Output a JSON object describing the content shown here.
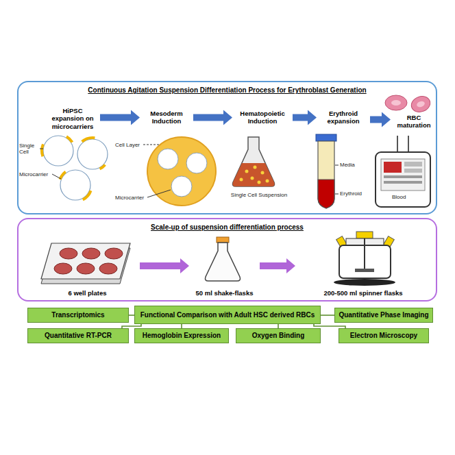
{
  "diagram": {
    "nodes": [
      {
        "text": [
          "Continuous Agitation Suspension Differentiation Process for Erythroblast Generation"
        ]
      },
      {
        "text": [
          "HiPSC expansion on microcarriers"
        ],
        "in": 0
      },
      {
        "text": [
          "Mesoderm Induction"
        ],
        "in": 0
      },
      {
        "text": [
          "Hematopoietic Induction"
        ],
        "in": 0
      },
      {
        "text": [
          "Erythroid expansion"
        ],
        "in": 0
      },
      {
        "text": [
          "RBC maturation"
        ],
        "in": 0
      },
      {
        "text": [
          "Scale-up of suspension differentiation process"
        ]
      },
      {
        "text": [
          "6 well plates"
        ],
        "in": 6
      },
      {
        "text": [
          "50 ml shake-flasks"
        ],
        "in": 6
      },
      {
        "text": [
          "200-500 ml spinner flasks"
        ],
        "in": 6
      },
      {
        "text": [
          "Transcriptomics"
        ]
      },
      {
        "text": [
          "Functional Comparison with Adult HSC derived RBCs"
        ]
      },
      {
        "text": [
          "Quantitative Phase Imaging"
        ]
      },
      {
        "text": [
          "Quantitative RT-PCR"
        ]
      },
      {
        "text": [
          "Hemoglobin Expression"
        ]
      },
      {
        "text": [
          "Oxygen Binding"
        ]
      },
      {
        "text": [
          "Electron Microscopy"
        ]
      }
    ],
    "edges": [
      {
        "from": 1,
        "to": 2,
        "arrow": "to"
      },
      {
        "from": 2,
        "to": 3,
        "arrow": "to"
      },
      {
        "from": 3,
        "to": 4,
        "arrow": "to"
      },
      {
        "from": 4,
        "to": 5,
        "arrow": "to"
      },
      {
        "from": 7,
        "to": 8,
        "arrow": "to"
      },
      {
        "from": 8,
        "to": 9,
        "arrow": "to"
      },
      {
        "from": 11,
        "to": 10,
        "arrow": "none"
      },
      {
        "from": 11,
        "to": 12,
        "arrow": "none"
      },
      {
        "from": 11,
        "to": 13,
        "arrow": "none"
      },
      {
        "from": 11,
        "to": 14,
        "arrow": "none"
      },
      {
        "from": 11,
        "to": 15,
        "arrow": "none"
      },
      {
        "from": 11,
        "to": 16,
        "arrow": "none"
      }
    ],
    "labels": [
      "Single Cell",
      "Microcarrier",
      "Cell Layer",
      "Microcarrier",
      "Single Cell Suspension",
      "Media",
      "Erythroid",
      "Blood"
    ]
  }
}
